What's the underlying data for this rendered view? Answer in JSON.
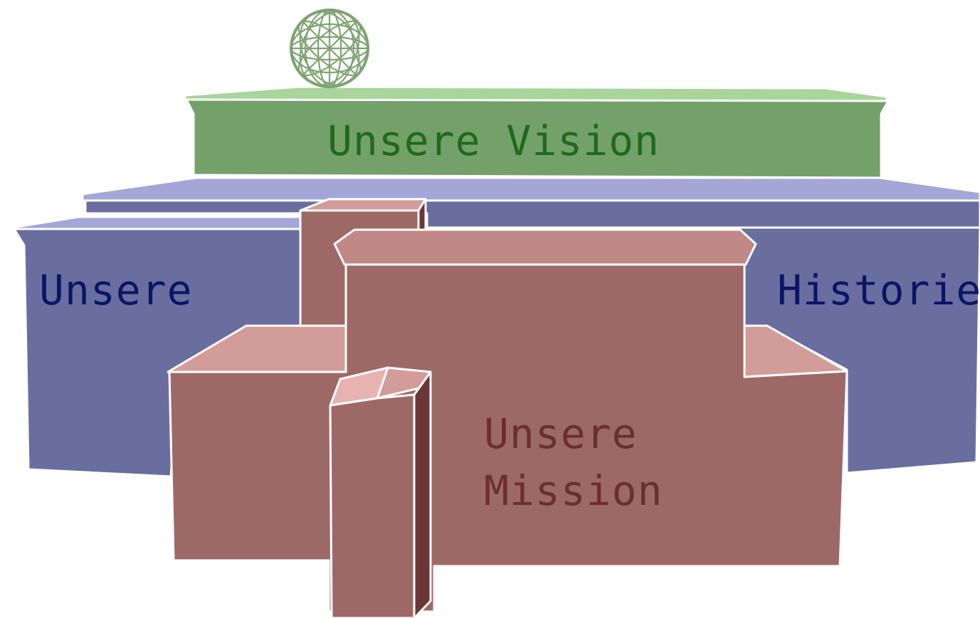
{
  "colors": {
    "vision_front": "#74a16a",
    "vision_top": "#a9d49c",
    "vision_text": "#1f6a1d",
    "history_front": "#696e9f",
    "history_top": "#a3a6d6",
    "history_text": "#0b1566",
    "mission_front": "#9d6967",
    "mission_top": "#d29c9a",
    "mission_light": "#e7b3b1",
    "mission_dark": "#6b3637",
    "mission_text": "#6a2f2e",
    "sphere": "#7fa373"
  },
  "blocks": {
    "vision": {
      "label": "Unsere Vision"
    },
    "history_left": {
      "label": "Unsere"
    },
    "history_right": {
      "label": "Historie"
    },
    "mission": {
      "line1": "Unsere",
      "line2": "Mission"
    }
  },
  "icons": {
    "sphere": "wireframe-globe-icon"
  }
}
